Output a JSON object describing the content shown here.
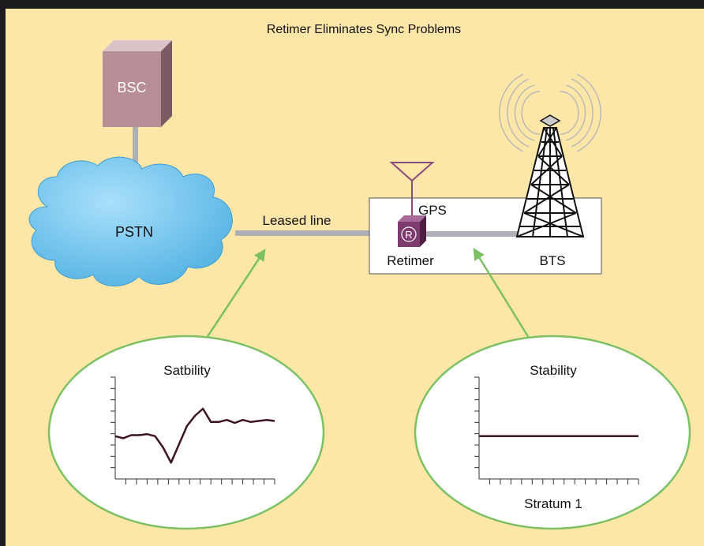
{
  "diagram": {
    "title": "Retimer Eliminates Sync Problems",
    "nodes": {
      "bsc": "BSC",
      "pstn": "PSTN",
      "gps": "GPS",
      "retimer_symbol": "R",
      "retimer": "Retimer",
      "bts": "BTS"
    },
    "link_label": "Leased line",
    "insets": {
      "left": {
        "title": "Satbility",
        "caption": ""
      },
      "right": {
        "title": "Stability",
        "caption": "Stratum 1"
      }
    }
  },
  "chart_data": [
    {
      "type": "line",
      "title": "Satbility",
      "x": [
        0,
        1,
        2,
        3,
        4,
        5,
        6,
        7,
        8,
        9,
        10,
        11,
        12,
        13,
        14,
        15,
        16,
        17,
        18,
        19,
        20
      ],
      "series": [
        {
          "values": [
            4.2,
            4.0,
            4.3,
            4.3,
            4.4,
            4.2,
            3.1,
            1.6,
            3.4,
            5.2,
            6.2,
            6.9,
            5.6,
            5.6,
            5.8,
            5.5,
            5.8,
            5.6,
            5.7,
            5.8,
            5.7
          ]
        }
      ],
      "ylim": [
        0,
        10
      ],
      "yticks": 9,
      "xticks": 15
    },
    {
      "type": "line",
      "title": "Stability",
      "x": [
        0,
        20
      ],
      "series": [
        {
          "values": [
            4.2,
            4.2
          ]
        }
      ],
      "ylim": [
        0,
        10
      ],
      "yticks": 9,
      "xticks": 15
    }
  ],
  "colors": {
    "background": "#fce7a9",
    "top_bar": "#1c1c1c",
    "bsc": "#b78e96",
    "cloud": "#5fb8e6",
    "line": "#adb1b6",
    "retimer": "#7d3c6d",
    "antenna": "#8a4a7c",
    "callout": "#7dc063",
    "trace": "#3b1423"
  }
}
